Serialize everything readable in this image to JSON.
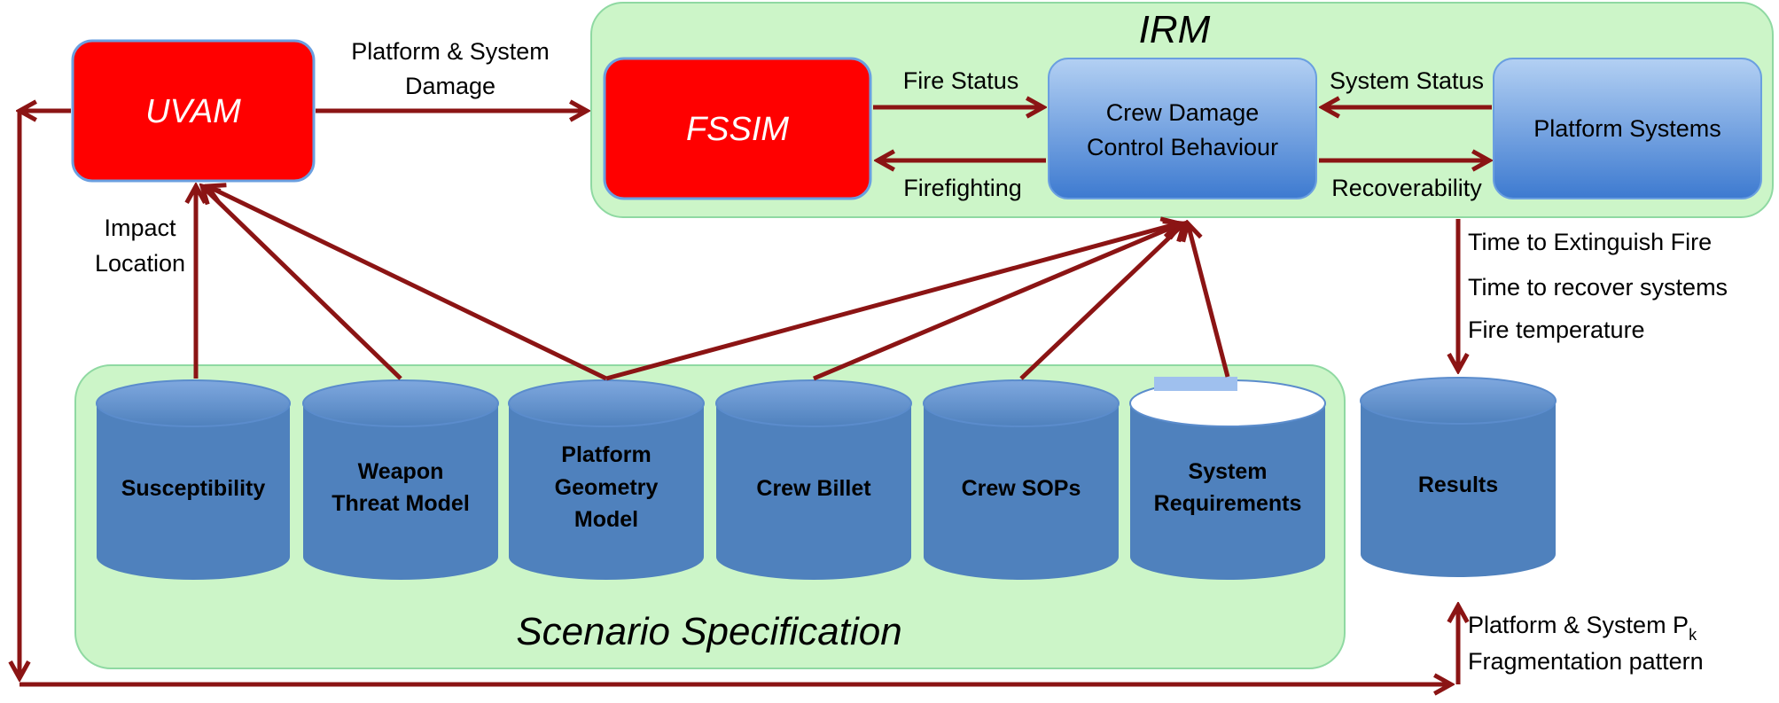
{
  "irm": {
    "title": "IRM"
  },
  "scenario": {
    "title": "Scenario Specification"
  },
  "uvam": {
    "label": "UVAM"
  },
  "fssim": {
    "label": "FSSIM"
  },
  "crew_damage": {
    "line1": "Crew Damage",
    "line2": "Control Behaviour"
  },
  "platform_systems": {
    "label": "Platform Systems"
  },
  "edges": {
    "platform_system_damage": {
      "line1": "Platform & System",
      "line2": "Damage"
    },
    "fire_status": "Fire Status",
    "firefighting": "Firefighting",
    "system_status": "System Status",
    "recoverability": "Recoverability",
    "impact_location": {
      "line1": "Impact",
      "line2": "Location"
    },
    "outputs": [
      "Time to Extinguish Fire",
      "Time to recover systems",
      "Fire temperature"
    ],
    "pk": {
      "line1": "Platform & System P",
      "sub": "k",
      "line2": "Fragmentation pattern"
    }
  },
  "databases": [
    {
      "lines": [
        "Susceptibility"
      ]
    },
    {
      "lines": [
        "Weapon",
        "Threat Model"
      ]
    },
    {
      "lines": [
        "Platform",
        "Geometry",
        "Model"
      ]
    },
    {
      "lines": [
        "Crew Billet"
      ]
    },
    {
      "lines": [
        "Crew SOPs"
      ]
    },
    {
      "lines": [
        "System",
        "Requirements"
      ]
    }
  ],
  "results": {
    "label": "Results"
  },
  "colors": {
    "arrow": "#8b1414",
    "green_fill": "#ccf5c8",
    "green_stroke": "#8fd9a2",
    "red_fill": "#ff0000",
    "blue_top": "#a6c8f0",
    "blue_bottom": "#3f7fd0",
    "cylinder": "#4f81bd"
  }
}
